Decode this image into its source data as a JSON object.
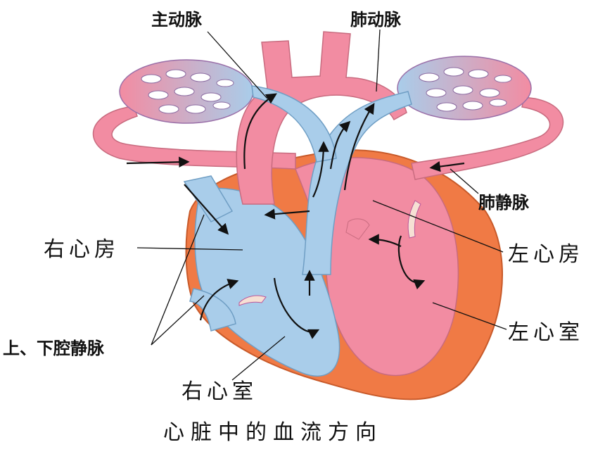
{
  "labels": {
    "aorta": "主动脉",
    "pulmonary_artery": "肺动脉",
    "pulmonary_vein": "肺静脉",
    "right_atrium": "右心房",
    "left_atrium": "左心房",
    "left_ventricle": "左心室",
    "venae_cavae": "上、下腔静脉",
    "right_ventricle": "右心室"
  },
  "caption": "心脏中的血流方向",
  "colors": {
    "oxygenated": "#f28ca2",
    "deoxygenated": "#a9cdea",
    "heart_muscle": "#f07a45",
    "capillary_mix": "#d9a8cf",
    "arrow": "#111111"
  }
}
